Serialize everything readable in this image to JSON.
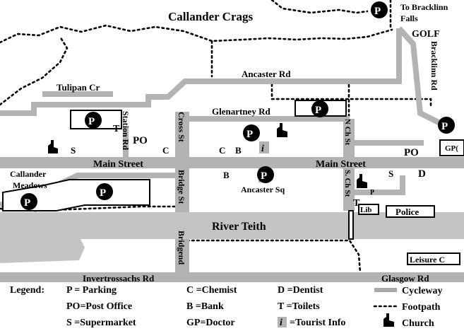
{
  "map": {
    "places": {
      "callander_crags": "Callander Crags",
      "to_bracklinn_falls": [
        "To Bracklinn",
        "Falls"
      ],
      "golf": "GOLF",
      "callander_meadows": [
        "Callander",
        "Meadows"
      ],
      "river_teith": "River Teith",
      "leisure_centre": "Leisure C",
      "police": "Police",
      "library": "Lib",
      "gp_surgery": "GP("
    },
    "roads": {
      "ancaster_rd": "Ancaster Rd",
      "tulipan_cr": "Tulipan Cr",
      "glenartney_rd": "Glenartney Rd",
      "main_street_west": "Main Street",
      "main_street_east": "Main Street",
      "station_rd": "Station Rd",
      "cross_st": "Cross St",
      "bridge_st": "Bridge St",
      "bridgend": "Bridgend",
      "bracklinn_rd": "Bracklinn Rd",
      "north_church_st": "N Ch St",
      "south_church_st": "S. Ch St",
      "ancaster_sq": "Ancaster Sq",
      "invertrossachs_rd": "Invertrossachs Rd",
      "glasgow_rd": "Glasgow Rd"
    },
    "symbols": {
      "parking": "P",
      "parking_small": "P",
      "post_office": "PO",
      "chemist": "C",
      "bank": "B",
      "supermarket": "S",
      "toilets": "T",
      "dentist": "D",
      "tourist_info": "i"
    }
  },
  "legend": {
    "heading": "Legend:",
    "col1": [
      "P  = Parking",
      "PO=Post Office",
      "S =Supermarket"
    ],
    "col2": [
      "C =Chemist",
      "B =Bank",
      "GP=Doctor"
    ],
    "col3": [
      "D =Dentist",
      "T =Toilets",
      "=Tourist Info"
    ],
    "col4": [
      "Cycleway",
      "Footpath",
      "Church"
    ]
  }
}
